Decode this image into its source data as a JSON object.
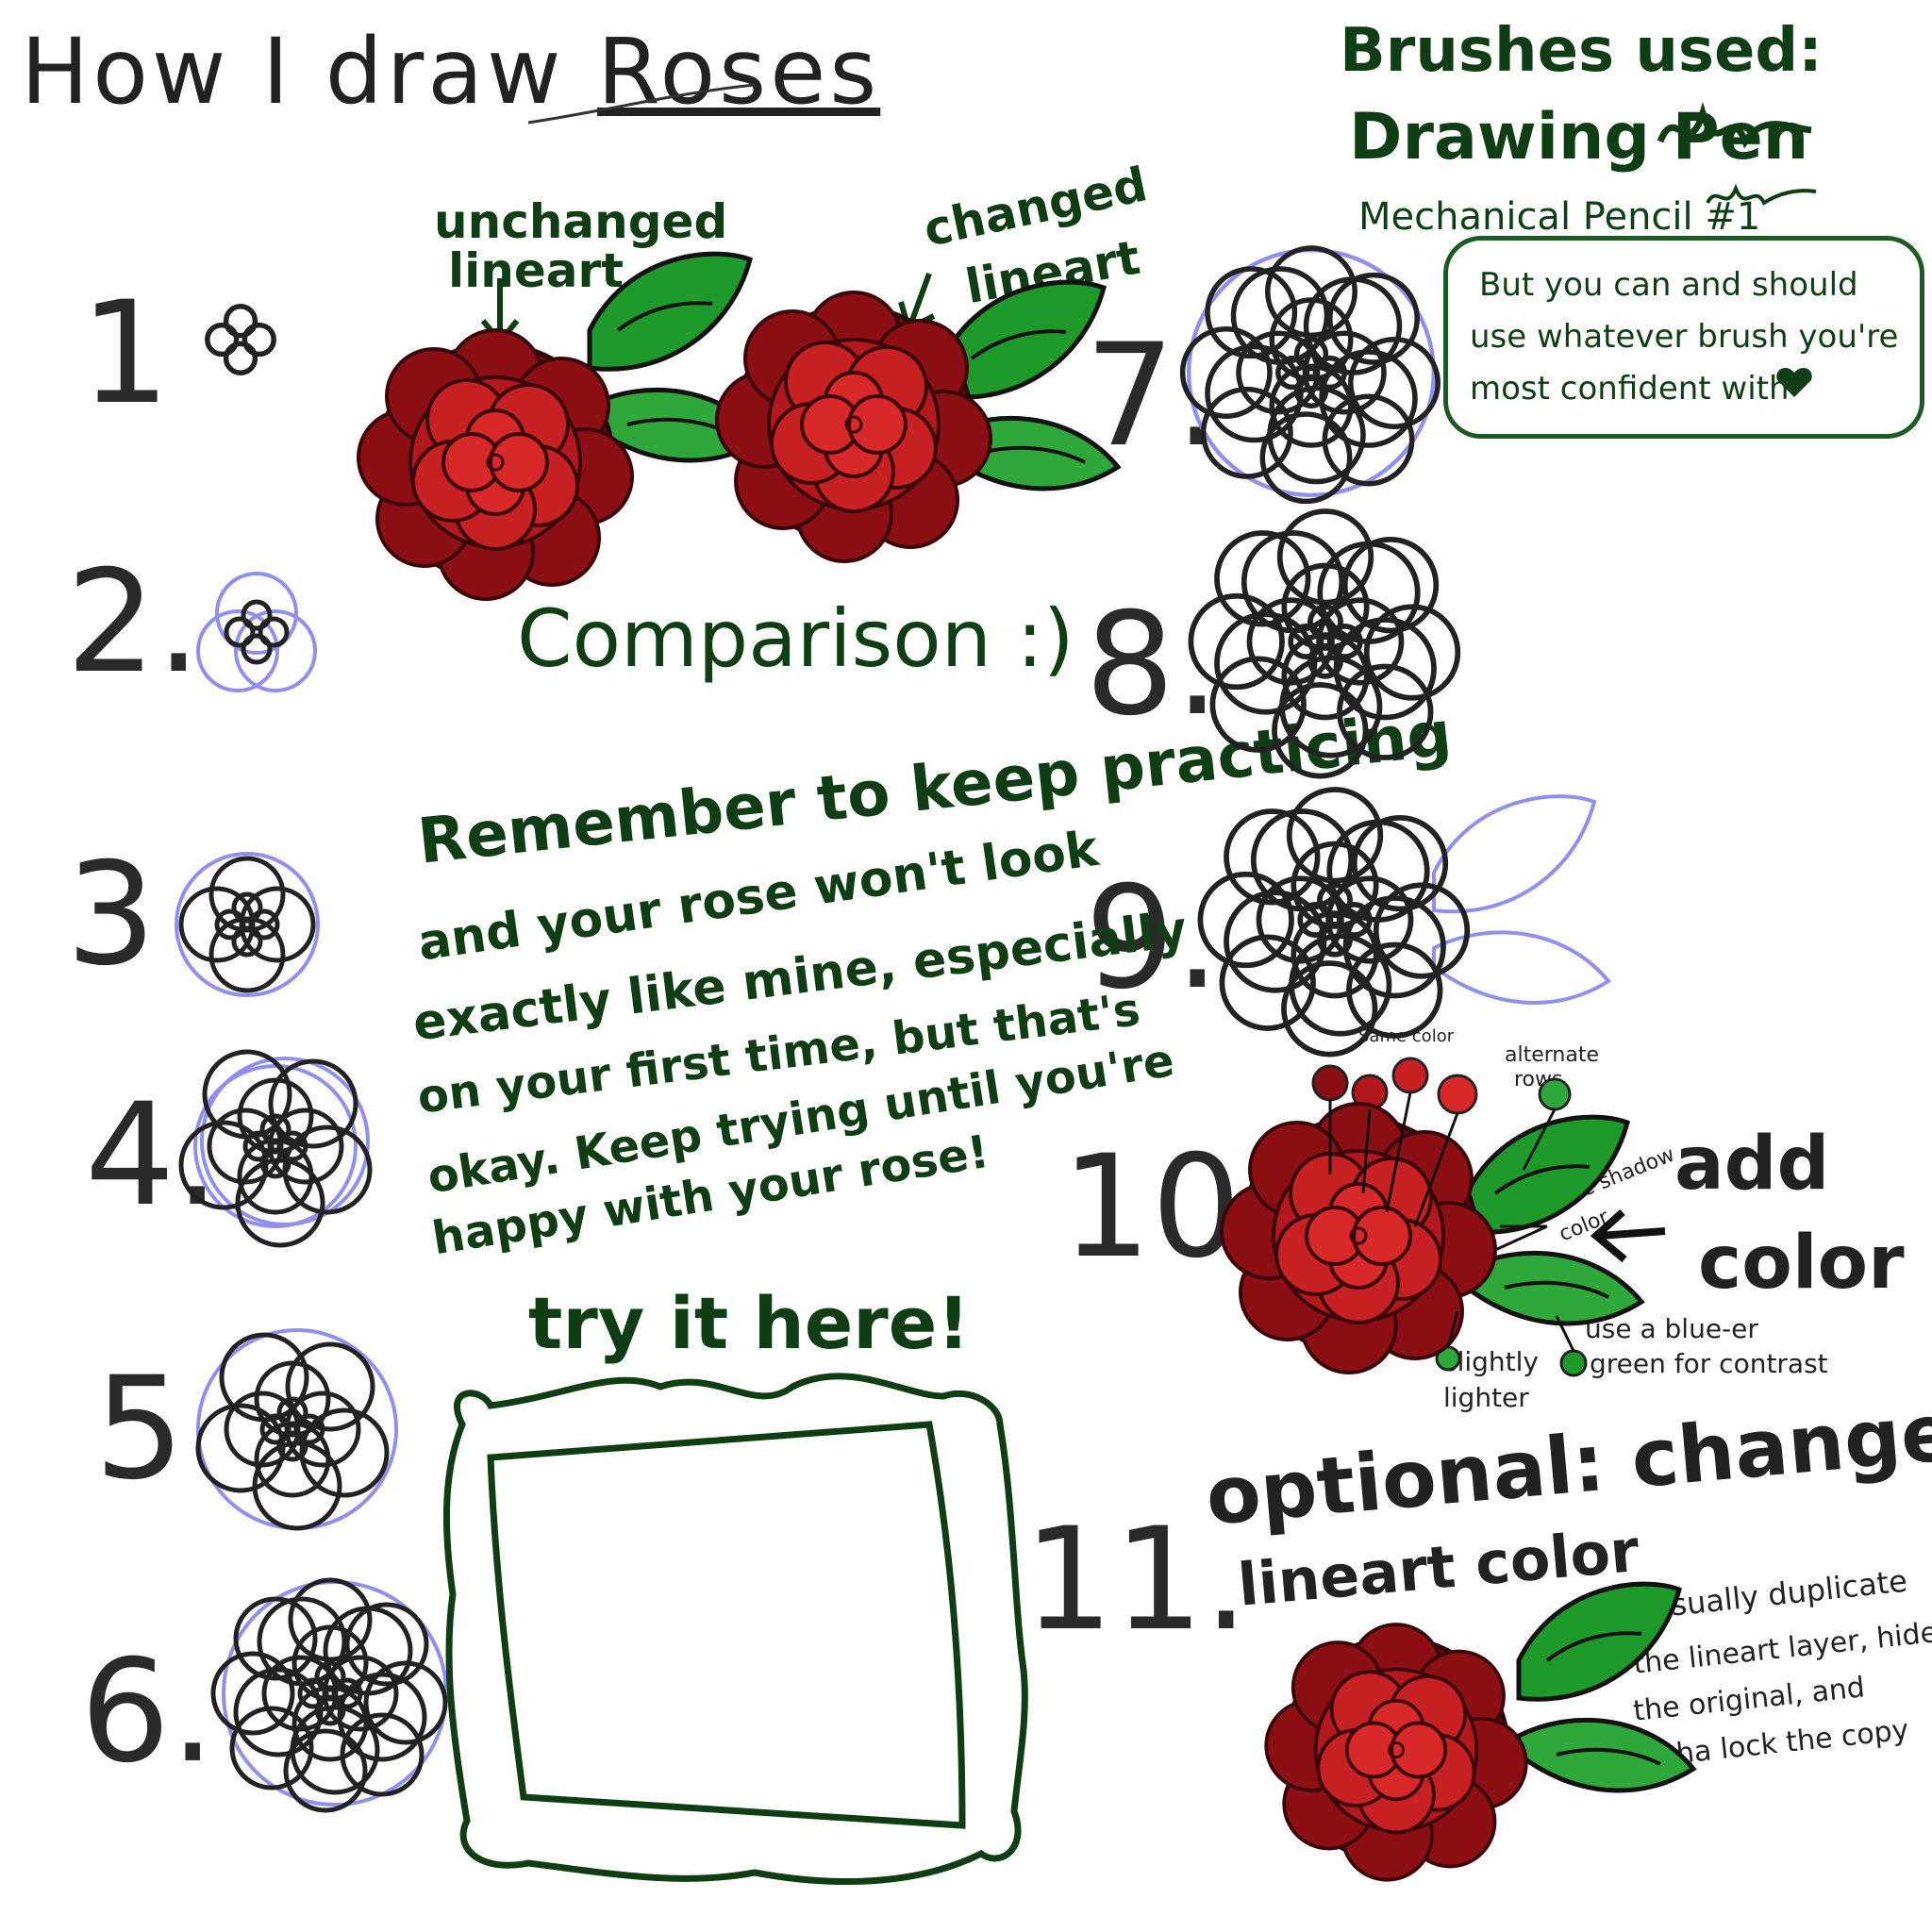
{
  "title": {
    "prefix": "How I draw ",
    "highlight": "Roses"
  },
  "brushes": {
    "heading": "Brushes used:",
    "pen": "Drawing Pen",
    "pencil": "Mechanical Pencil #1",
    "note_lines": [
      "But you can and should",
      "use whatever brush you're",
      "most confident with"
    ]
  },
  "comparison": {
    "unchanged_lines": [
      "unchanged",
      "lineart"
    ],
    "changed_lines": [
      "changed",
      "lineart"
    ],
    "label": "Comparison :)"
  },
  "steps": [
    "1",
    "2.",
    "3",
    "4.",
    "5",
    "6.",
    "7.",
    "8.",
    "9.",
    "10.",
    "11."
  ],
  "encouragement": [
    "Remember to keep practicing",
    "and your rose won't look",
    "exactly like mine, especially",
    "on your first time, but that's",
    "okay. Keep trying until you're",
    "happy with your rose!"
  ],
  "practice": {
    "label": "try it here!"
  },
  "color_step": {
    "same_color": "Same color",
    "alternate_rows": [
      "alternate",
      "rows"
    ],
    "same_shadow": [
      "same shadow",
      "color"
    ],
    "add_color": [
      "add",
      "color"
    ],
    "slightly_lighter": [
      "slightly",
      "lighter"
    ],
    "blue_green": [
      "use a blue-er",
      "green for contrast"
    ]
  },
  "optional": {
    "lines": [
      "optional: change",
      "lineart color"
    ],
    "tip_lines": [
      "I usually duplicate",
      "the lineart layer, hide",
      "the original, and",
      "alpha lock the copy"
    ]
  },
  "colors": {
    "ink_green": "#0f3d14",
    "rose_red": "#b3191c",
    "rose_dark": "#6e0b10",
    "leaf_green": "#1e9a2a",
    "sketch_blue": "#8f8ff0"
  }
}
